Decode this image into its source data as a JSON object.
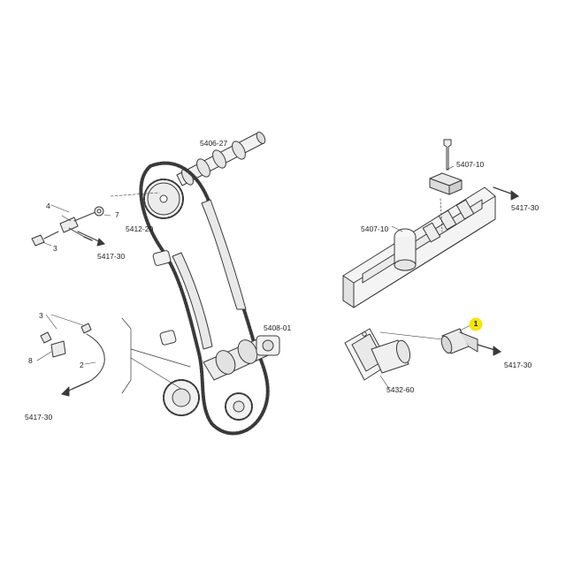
{
  "labels": {
    "camshaft": "5406-27",
    "chain_guide": "5412-20",
    "chain_tensioner": "5408-01",
    "cover_bracket": "5407-10",
    "valve_cover": "5407-10",
    "thermostat": "5432-60",
    "ref_left_top": "5417-30",
    "ref_left_bottom": "5417-30",
    "ref_right_top": "5417-30",
    "ref_right_bottom": "5417-30"
  },
  "callouts": {
    "n1": "1",
    "n2": "2",
    "n3a": "3",
    "n3b": "3",
    "n4": "4",
    "n7": "7",
    "n8": "8"
  },
  "colors": {
    "line": "#3a3a3a",
    "fill": "#f2f2f2",
    "shade": "#cfcfcf",
    "highlight": "#f5e60a"
  }
}
